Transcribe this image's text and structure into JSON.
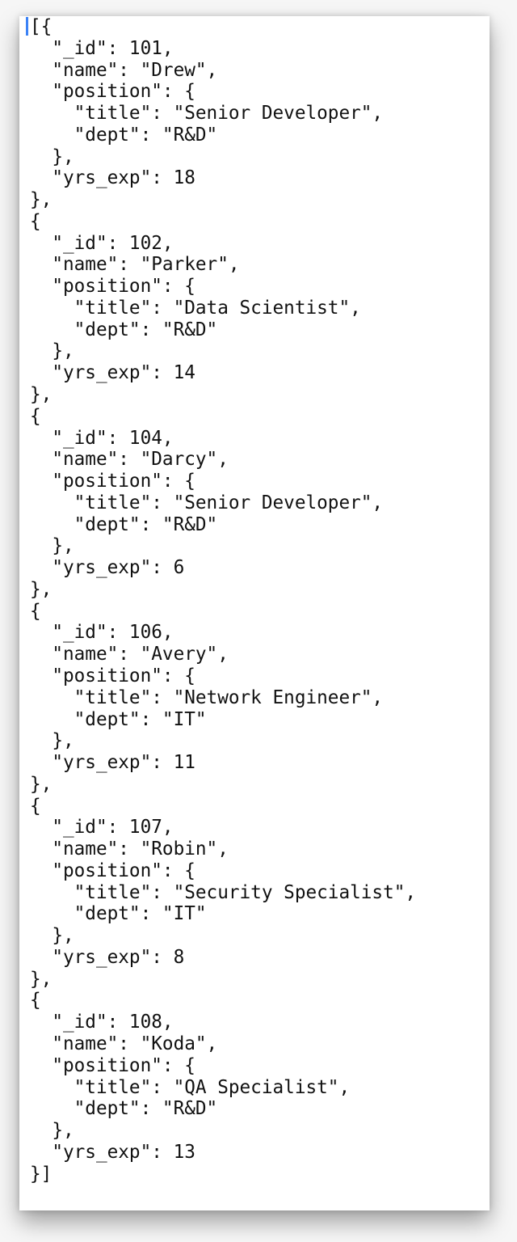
{
  "editor": {
    "accent_color": "#3b82f6",
    "lines": [
      "[{",
      "  \"_id\": 101,",
      "  \"name\": \"Drew\",",
      "  \"position\": {",
      "    \"title\": \"Senior Developer\",",
      "    \"dept\": \"R&D\"",
      "  },",
      "  \"yrs_exp\": 18",
      "},",
      "{",
      "  \"_id\": 102,",
      "  \"name\": \"Parker\",",
      "  \"position\": {",
      "    \"title\": \"Data Scientist\",",
      "    \"dept\": \"R&D\"",
      "  },",
      "  \"yrs_exp\": 14",
      "},",
      "{",
      "  \"_id\": 104,",
      "  \"name\": \"Darcy\",",
      "  \"position\": {",
      "    \"title\": \"Senior Developer\",",
      "    \"dept\": \"R&D\"",
      "  },",
      "  \"yrs_exp\": 6",
      "},",
      "{",
      "  \"_id\": 106,",
      "  \"name\": \"Avery\",",
      "  \"position\": {",
      "    \"title\": \"Network Engineer\",",
      "    \"dept\": \"IT\"",
      "  },",
      "  \"yrs_exp\": 11",
      "},",
      "{",
      "  \"_id\": 107,",
      "  \"name\": \"Robin\",",
      "  \"position\": {",
      "    \"title\": \"Security Specialist\",",
      "    \"dept\": \"IT\"",
      "  },",
      "  \"yrs_exp\": 8",
      "},",
      "{",
      "  \"_id\": 108,",
      "  \"name\": \"Koda\",",
      "  \"position\": {",
      "    \"title\": \"QA Specialist\",",
      "    \"dept\": \"R&D\"",
      "  },",
      "  \"yrs_exp\": 13",
      "}]"
    ]
  }
}
